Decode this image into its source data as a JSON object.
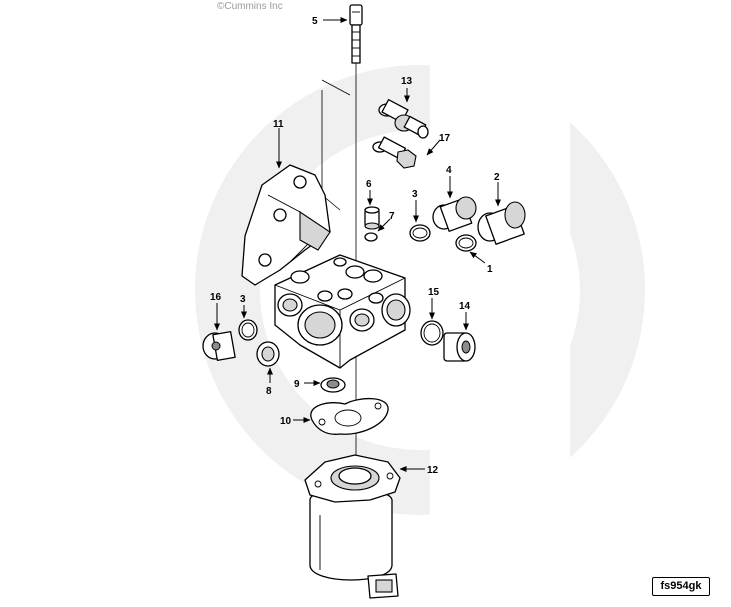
{
  "copyright": "©Cummins Inc",
  "figure_id": "fs954gk",
  "watermark_color": "#ececec",
  "callouts": {
    "c1": "1",
    "c2": "2",
    "c3a": "3",
    "c3b": "3",
    "c4": "4",
    "c5": "5",
    "c6": "6",
    "c7": "7",
    "c8": "8",
    "c9": "9",
    "c10": "10",
    "c11": "11",
    "c12": "12",
    "c13": "13",
    "c14": "14",
    "c15": "15",
    "c16": "16",
    "c17": "17"
  }
}
